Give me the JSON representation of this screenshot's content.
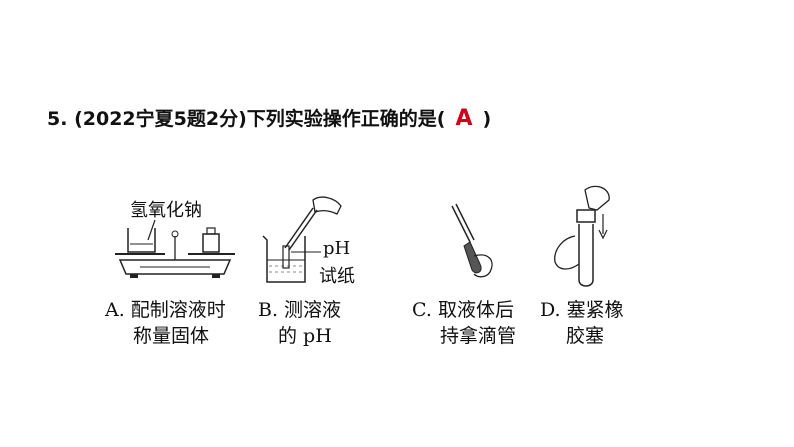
{
  "question": {
    "number": "5.",
    "source": "(2022宁夏5题2分)",
    "stem": "下列实验操作正确的是(",
    "answer": "A",
    "close": ")"
  },
  "figures": {
    "a": {
      "label": "氢氧化钠",
      "caption_line1": "A. 配制溶液时",
      "caption_line2": "称量固体"
    },
    "b": {
      "label_line1": "pH",
      "label_line2": "试纸",
      "caption_line1": "B. 测溶液",
      "caption_line2": "的 pH"
    },
    "c": {
      "caption_line1": "C. 取液体后",
      "caption_line2": "持拿滴管"
    },
    "d": {
      "caption_line1": "D. 塞紧橡",
      "caption_line2": "胶塞"
    }
  }
}
